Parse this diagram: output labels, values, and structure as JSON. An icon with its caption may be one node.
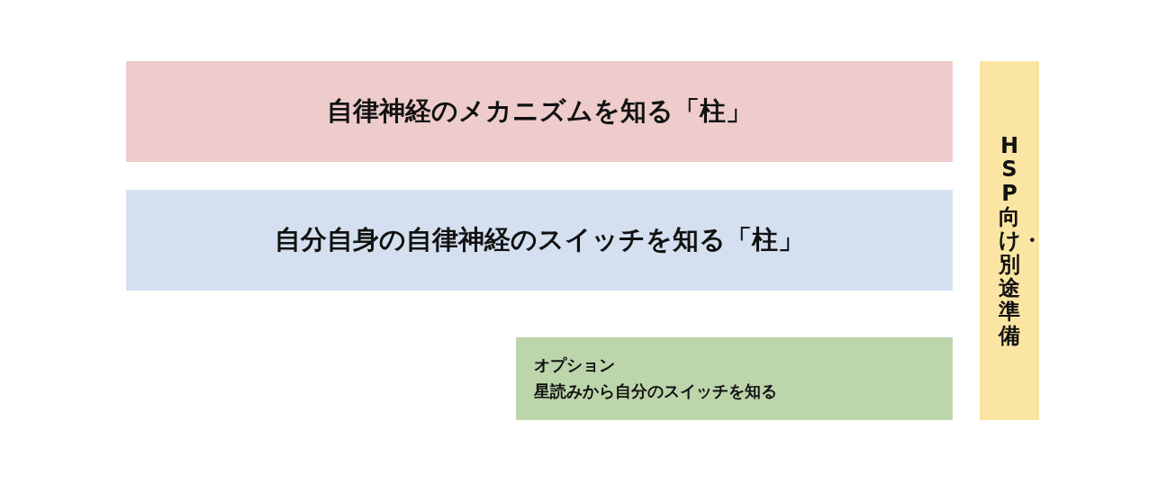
{
  "diagram": {
    "nodes": [
      {
        "text": [
          "自律神経のメカニズムを知る「柱」"
        ]
      },
      {
        "text": [
          "自分自身の自律神経のスイッチを知る「柱」"
        ]
      },
      {
        "text": [
          "オプション",
          "星読みから自分のスイッチを知る"
        ]
      },
      {
        "text": [
          "HSP向け・別途準備"
        ]
      }
    ]
  }
}
